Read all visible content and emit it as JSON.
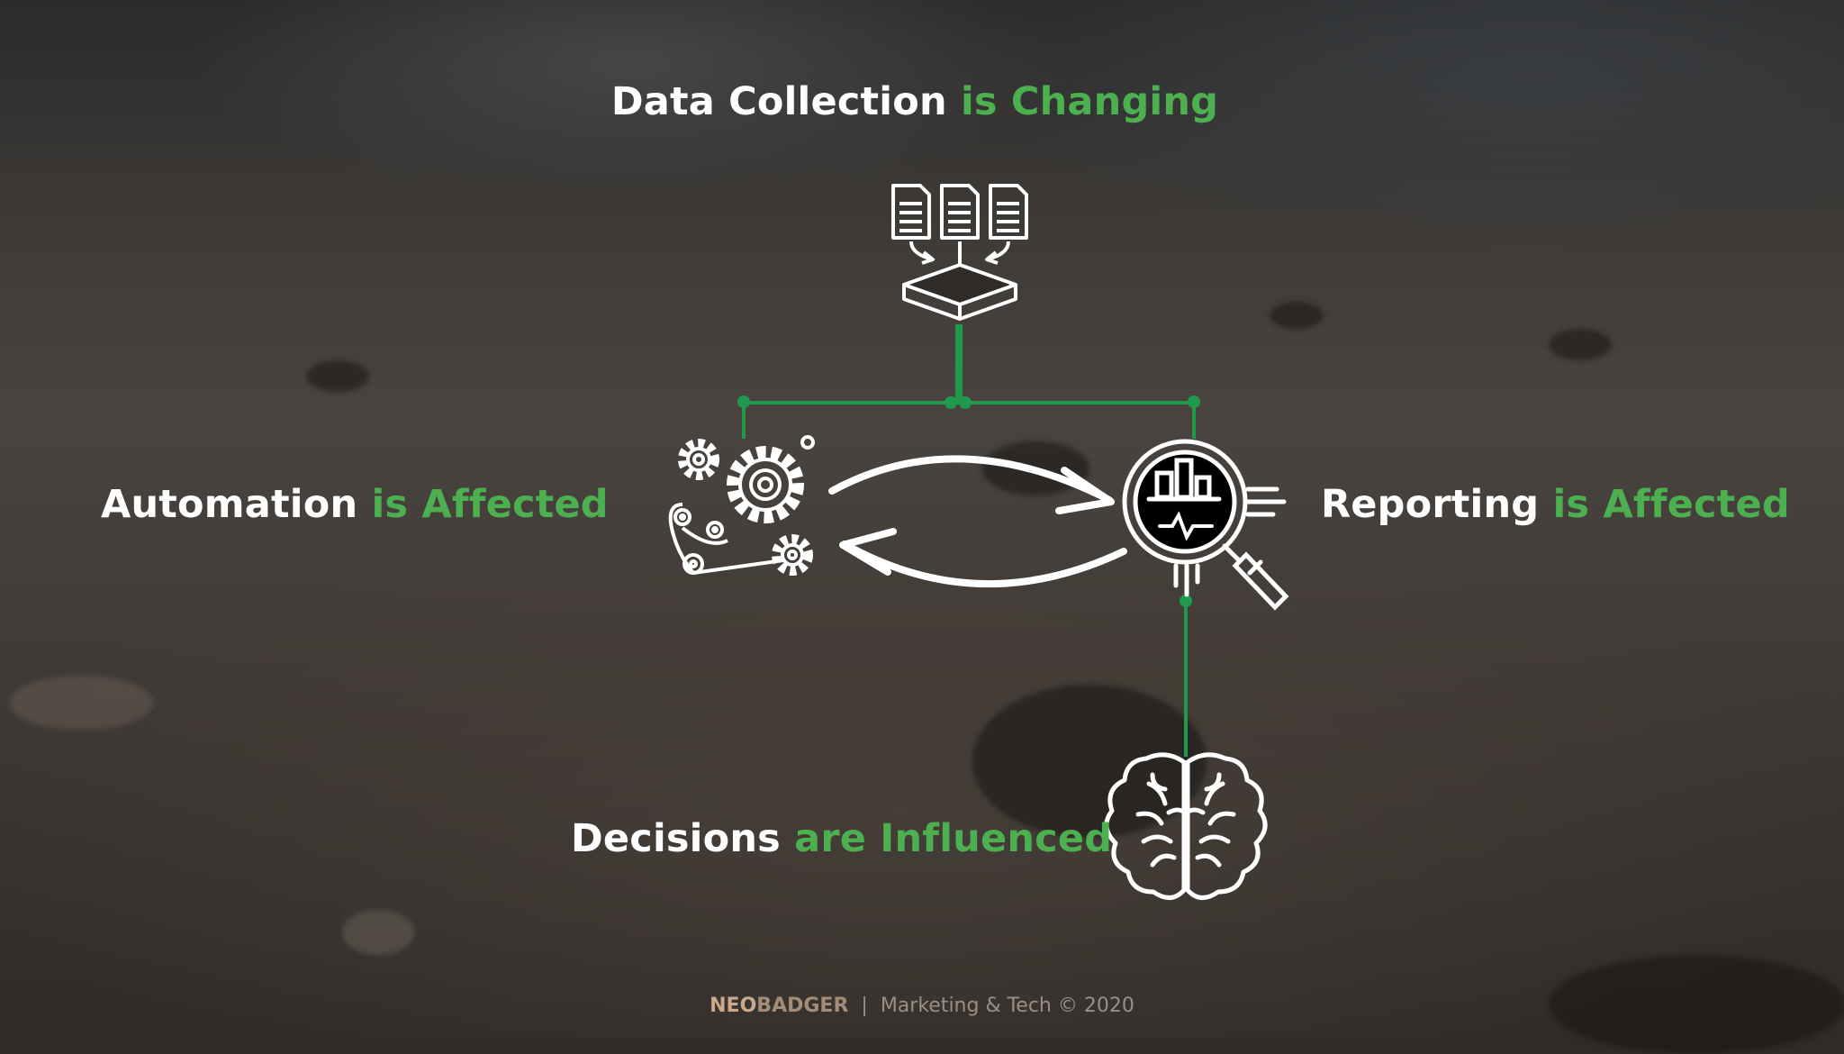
{
  "colors": {
    "accent_green": "#4caf50",
    "line_green": "#1f9a4c",
    "text_white": "#ffffff"
  },
  "title": {
    "part1": "Data Collection",
    "part2": "is Changing"
  },
  "automation": {
    "part1": "Automation",
    "part2": "is Affected"
  },
  "reporting": {
    "part1": "Reporting",
    "part2": "is Affected"
  },
  "decisions": {
    "part1": "Decisions",
    "part2": "are Influenced"
  },
  "icons": {
    "data_collection": "documents-into-tray-icon",
    "automation": "gears-conveyor-icon",
    "reporting": "magnifier-chart-icon",
    "decisions": "brain-icon",
    "cycle": "cycle-arrows"
  },
  "footer": {
    "brand_part1": "NEO",
    "brand_part2": "BADGER",
    "separator": "|",
    "text": "Marketing & Tech © 2020"
  }
}
